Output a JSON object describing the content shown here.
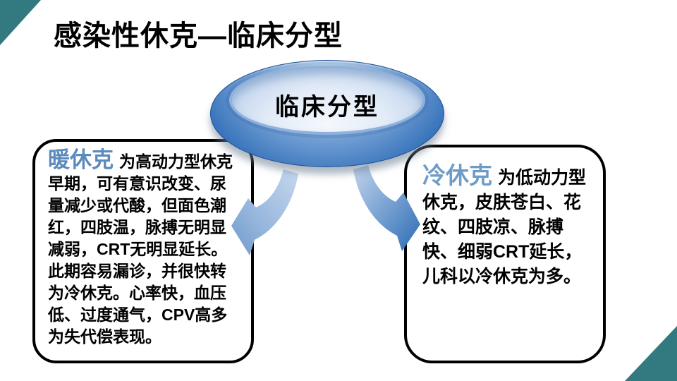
{
  "slide": {
    "title": "感染性休克—临床分型",
    "disc": {
      "label": "临床分型"
    },
    "warm_box": {
      "heading": "暖休克",
      "body": "为高动力型休克早期，可有意识改变、尿量减少或代酸，但面色潮红，四肢温，脉搏无明显减弱，CRT无明显延长。此期容易漏诊，并很快转为冷休克。心率快，血压低、过度通气，CPV高多为失代偿表现。"
    },
    "cold_box": {
      "heading": "冷休克",
      "body": "为低动力型休克，皮肤苍白、花纹、四肢凉、脉搏快、细弱CRT延长，儿科以冷休克为多。"
    },
    "icons": {
      "left_arrow": "curved-arrow-pointing-left",
      "right_arrow": "curved-arrow-pointing-right"
    },
    "colors": {
      "accent_teal": "#337a80",
      "warm_heading_blue": "#5b8abc",
      "cold_heading_blue": "#6f9cc6",
      "disc_dark_blue": "#1d5aa5",
      "disc_light_blue": "#d7e4f3",
      "arrow_light_blue": "#c6d7ee",
      "arrow_dark_blue": "#2a6ab4",
      "text_black": "#000000"
    }
  }
}
